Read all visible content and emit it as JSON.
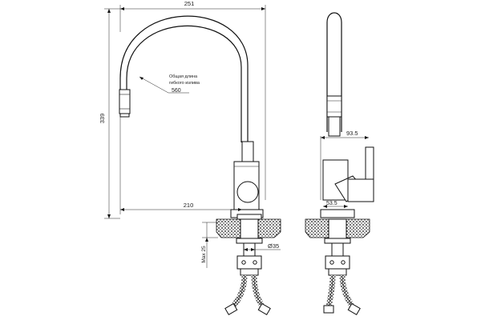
{
  "dimensions": {
    "width_top": "251",
    "height_total": "339",
    "reach_210": "210",
    "hose_note_line1": "Общая длина",
    "hose_note_line2": "гибкого излива",
    "hose_length": "560",
    "max_thickness": "Max 25",
    "hole_diameter": "Ø35",
    "side_93_5": "93.5",
    "side_53_5": "53.5"
  },
  "colors": {
    "line": "#111111",
    "background": "#ffffff"
  }
}
